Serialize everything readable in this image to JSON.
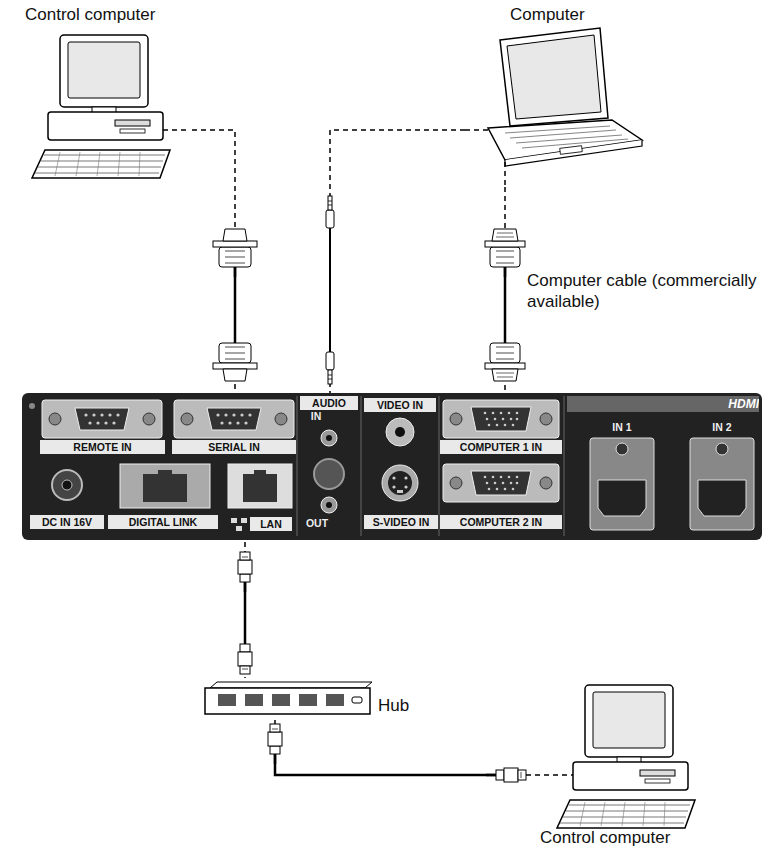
{
  "diagram": {
    "nodes": [
      {
        "text": [
          "Control computer"
        ]
      },
      {
        "text": [
          "Computer"
        ]
      },
      {
        "text": [
          "SERIAL IN"
        ]
      },
      {
        "text": [
          "AUDIO",
          "IN",
          "OUT"
        ]
      },
      {
        "text": [
          "COMPUTER 1 IN"
        ]
      },
      {
        "text": [
          "LAN"
        ]
      },
      {
        "text": [
          "Hub"
        ]
      },
      {
        "text": [
          "Control computer"
        ]
      }
    ],
    "edges": [
      {
        "from": 0,
        "to": 2,
        "arrow": "none"
      },
      {
        "from": 1,
        "to": 3,
        "arrow": "none"
      },
      {
        "from": 1,
        "to": 4,
        "arrow": "none"
      },
      {
        "from": 5,
        "to": 6,
        "arrow": "none"
      },
      {
        "from": 6,
        "to": 7,
        "arrow": "none"
      }
    ],
    "labels": [
      "Computer cable (commercially available)",
      "REMOTE IN",
      "DC IN 16V",
      "DIGITAL LINK",
      "VIDEO IN",
      "S-VIDEO IN",
      "COMPUTER 2 IN",
      "HDMI",
      "IN 1",
      "IN 2"
    ]
  }
}
